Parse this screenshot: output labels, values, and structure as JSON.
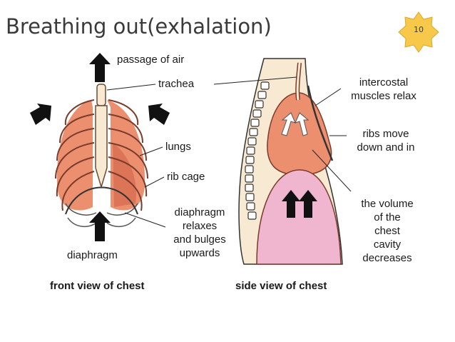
{
  "slide": {
    "title": "Breathing out(exhalation)",
    "page_number": "10"
  },
  "front_view": {
    "caption": "front view of chest",
    "labels": {
      "passage_of_air": "passage of air",
      "trachea": "trachea",
      "lungs": "lungs",
      "rib_cage": "rib cage",
      "diaphragm_relaxes": [
        "diaphragm",
        "relaxes",
        "and bulges",
        "upwards"
      ],
      "diaphragm": "diaphragm"
    }
  },
  "side_view": {
    "caption": "side view of chest",
    "labels": {
      "intercostal": [
        "intercostal",
        "muscles relax"
      ],
      "ribs_move": [
        "ribs move",
        "down and in"
      ],
      "volume": [
        "the volume",
        "of the",
        "chest",
        "cavity",
        "decreases"
      ]
    }
  },
  "colors": {
    "lung": "#ec8f6e",
    "lung_dark": "#cf5f45",
    "bone": "#f8ead2",
    "diaphragm": "#f1b6cf",
    "badge": "#f7c84a"
  }
}
